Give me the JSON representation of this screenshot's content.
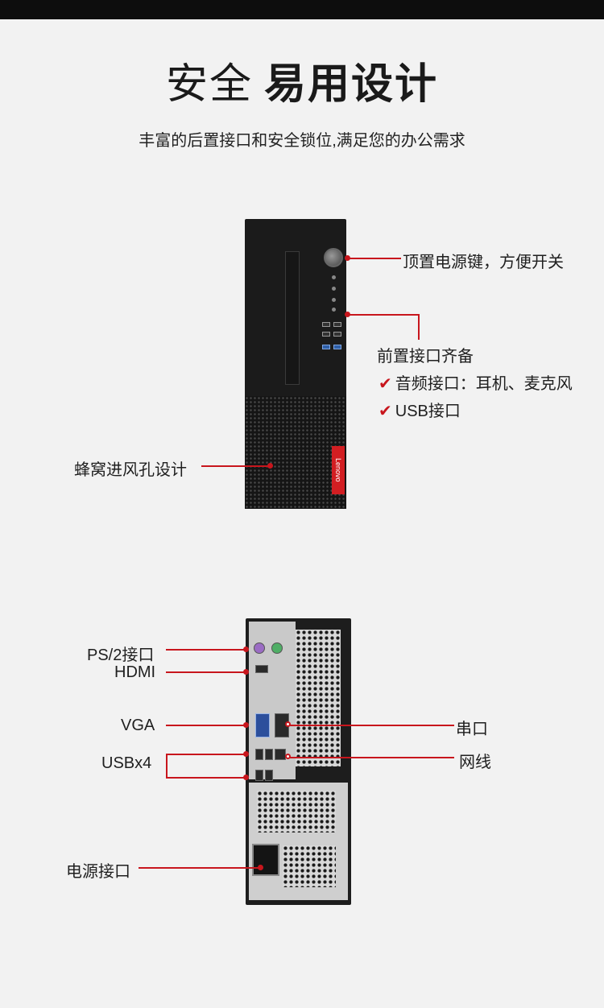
{
  "header": {
    "title_light": "安全",
    "title_bold": "易用设计",
    "subtitle": "丰富的后置接口和安全锁位,满足您的办公需求"
  },
  "front": {
    "callouts": {
      "power": "顶置电源键，方便开关",
      "front_ports": "前置接口齐备",
      "audio": "音频接口：耳机、麦克风",
      "usb": "USB接口",
      "vents": "蜂窝进风孔设计"
    },
    "check_icon": "✔",
    "brand": "Lenovo"
  },
  "rear": {
    "callouts": {
      "ps2": "PS/2接口",
      "hdmi": "HDMI",
      "vga": "VGA",
      "usb": "USBx4",
      "serial": "串口",
      "lan": "网线",
      "power": "电源接口"
    }
  },
  "colors": {
    "accent": "#c8161d",
    "background": "#f2f2f2",
    "chassis": "#1b1b1b"
  }
}
